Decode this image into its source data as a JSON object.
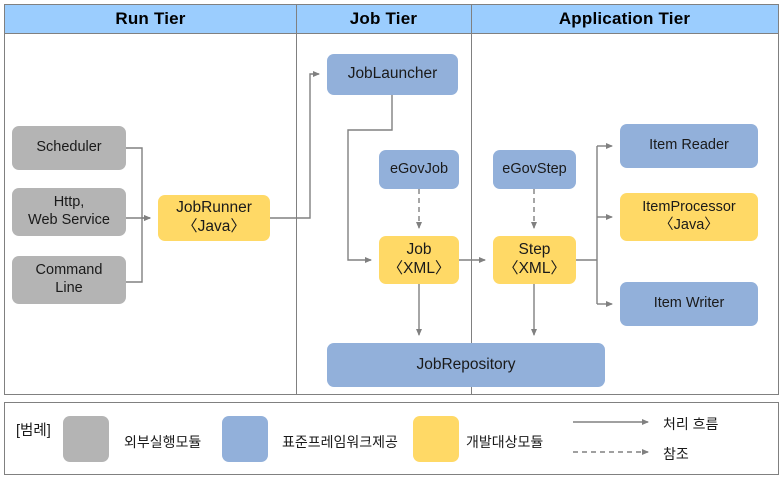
{
  "diagram": {
    "tiers": [
      {
        "id": "run",
        "label": "Run Tier"
      },
      {
        "id": "job",
        "label": "Job Tier"
      },
      {
        "id": "app",
        "label": "Application Tier"
      }
    ],
    "nodes": {
      "scheduler": {
        "line1": "Scheduler",
        "line2": "",
        "type": "external"
      },
      "http": {
        "line1": "Http,",
        "line2": "Web Service",
        "type": "external"
      },
      "command_line": {
        "line1": "Command",
        "line2": "Line",
        "type": "external"
      },
      "job_runner": {
        "line1": "JobRunner",
        "line2": "〈Java〉",
        "type": "develop"
      },
      "job_launcher": {
        "line1": "JobLauncher",
        "line2": "",
        "type": "framework"
      },
      "egov_job": {
        "line1": "eGovJob",
        "line2": "",
        "type": "framework"
      },
      "job": {
        "line1": "Job",
        "line2": "〈XML〉",
        "type": "develop"
      },
      "egov_step": {
        "line1": "eGovStep",
        "line2": "",
        "type": "framework"
      },
      "step": {
        "line1": "Step",
        "line2": "〈XML〉",
        "type": "develop"
      },
      "item_reader": {
        "line1": "Item Reader",
        "line2": "",
        "type": "framework"
      },
      "item_processor": {
        "line1": "ItemProcessor",
        "line2": "〈Java〉",
        "type": "develop"
      },
      "item_writer": {
        "line1": "Item Writer",
        "line2": "",
        "type": "framework"
      },
      "job_repository": {
        "line1": "JobRepository",
        "line2": "",
        "type": "framework"
      }
    }
  },
  "legend": {
    "title": "[범례]",
    "items": [
      {
        "swatch": "gray",
        "label": "외부실행모듈"
      },
      {
        "swatch": "blue",
        "label": "표준프레임워크제공"
      },
      {
        "swatch": "yellow",
        "label": "개발대상모듈"
      }
    ],
    "lines": [
      {
        "style": "solid",
        "label": "처리 흐름"
      },
      {
        "style": "dashed",
        "label": "참조"
      }
    ]
  },
  "colors": {
    "external": "#b4b4b4",
    "framework": "#92b0da",
    "develop": "#ffd966",
    "header_band": "#9bcdfe",
    "border": "#808080",
    "connector": "#808080",
    "text": "#1a1a1a"
  }
}
